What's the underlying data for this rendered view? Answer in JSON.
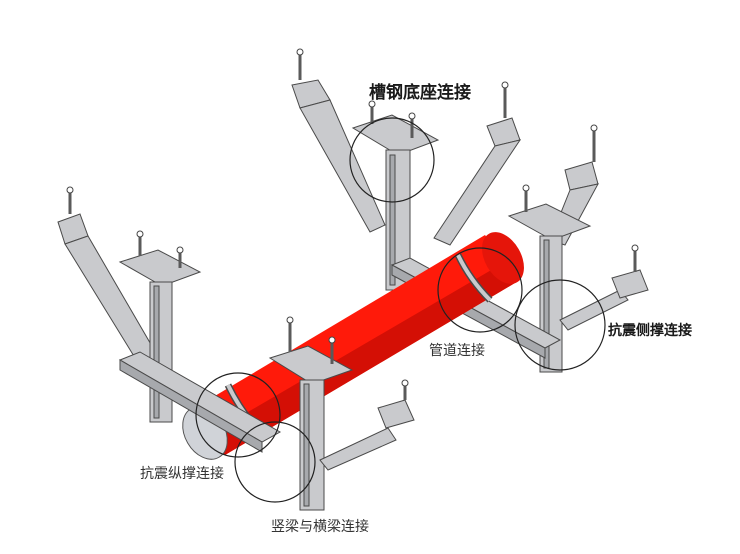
{
  "labels": {
    "channel_base": "槽钢底座连接",
    "pipe": "管道连接",
    "lateral": "抗震侧撑连接",
    "longitudinal": "抗震纵撑连接",
    "beam": "竖梁与横梁连接"
  },
  "colors": {
    "pipe": "#ff1a0a",
    "pipe_shade": "#d40f05",
    "steel": "#c9cacd",
    "steel_dark": "#a7a9ad",
    "outline": "#4a4a4a"
  }
}
